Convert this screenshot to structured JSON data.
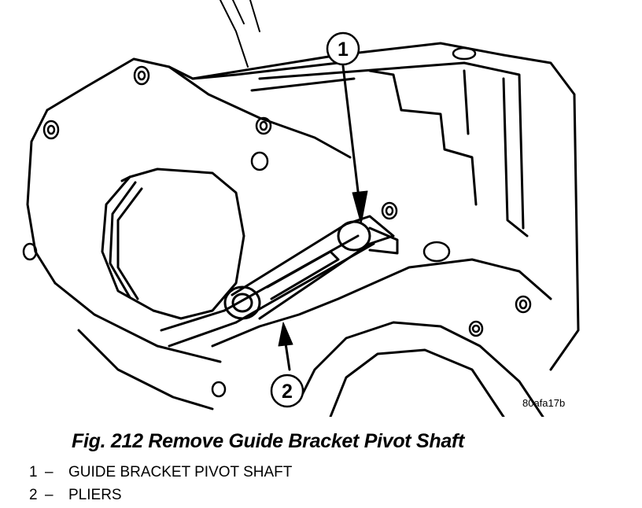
{
  "figure": {
    "callouts": [
      "1",
      "2"
    ],
    "image_code": "80afa17b"
  },
  "caption": "Fig. 212 Remove Guide Bracket Pivot Shaft",
  "legend": [
    {
      "number": "1",
      "separator": "–",
      "label": "GUIDE BRACKET PIVOT SHAFT"
    },
    {
      "number": "2",
      "separator": "–",
      "label": "PLIERS"
    }
  ]
}
